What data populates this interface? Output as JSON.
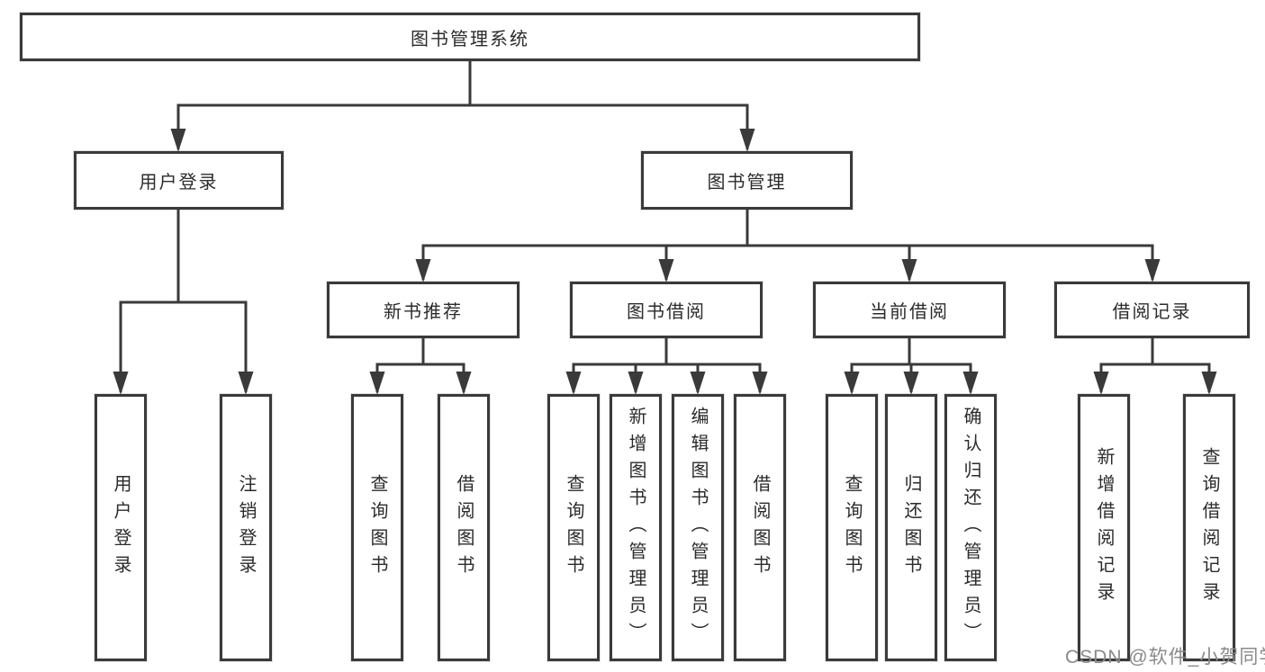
{
  "diagram": {
    "type": "tree",
    "root": {
      "label": "图书管理系统"
    },
    "level2": [
      {
        "label": "用户登录"
      },
      {
        "label": "图书管理"
      }
    ],
    "level3": [
      {
        "parent": "图书管理",
        "label": "新书推荐"
      },
      {
        "parent": "图书管理",
        "label": "图书借阅"
      },
      {
        "parent": "图书管理",
        "label": "当前借阅"
      },
      {
        "parent": "图书管理",
        "label": "借阅记录"
      }
    ],
    "leaves": [
      {
        "parent": "用户登录",
        "label": "用户登录"
      },
      {
        "parent": "用户登录",
        "label": "注销登录"
      },
      {
        "parent": "新书推荐",
        "label": "查询图书"
      },
      {
        "parent": "新书推荐",
        "label": "借阅图书"
      },
      {
        "parent": "图书借阅",
        "label": "查询图书"
      },
      {
        "parent": "图书借阅",
        "label": "新增图书（管理员）"
      },
      {
        "parent": "图书借阅",
        "label": "编辑图书（管理员）"
      },
      {
        "parent": "图书借阅",
        "label": "借阅图书"
      },
      {
        "parent": "当前借阅",
        "label": "查询图书"
      },
      {
        "parent": "当前借阅",
        "label": "归还图书"
      },
      {
        "parent": "当前借阅",
        "label": "确认归还（管理员）"
      },
      {
        "parent": "借阅记录",
        "label": "新增借阅记录"
      },
      {
        "parent": "借阅记录",
        "label": "查询借阅记录"
      }
    ],
    "watermark": "CSDN @软件_小贺同学",
    "colors": {
      "line": "#3a3a3a",
      "text": "#2b2b2b",
      "background": "#ffffff",
      "watermark": "#8a8a8a"
    }
  }
}
